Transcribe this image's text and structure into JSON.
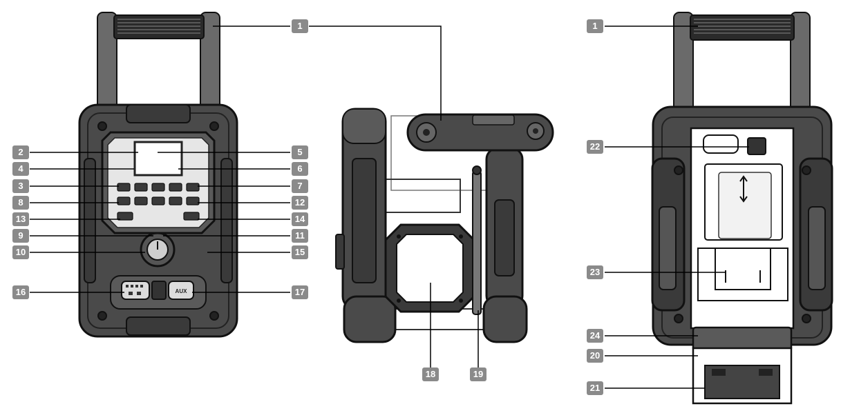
{
  "diagram": {
    "callouts": [
      {
        "id": "c1a",
        "label": "1"
      },
      {
        "id": "c1b",
        "label": "1"
      },
      {
        "id": "c2",
        "label": "2"
      },
      {
        "id": "c3",
        "label": "3"
      },
      {
        "id": "c4",
        "label": "4"
      },
      {
        "id": "c5",
        "label": "5"
      },
      {
        "id": "c6",
        "label": "6"
      },
      {
        "id": "c7",
        "label": "7"
      },
      {
        "id": "c8",
        "label": "8"
      },
      {
        "id": "c9",
        "label": "9"
      },
      {
        "id": "c10",
        "label": "10"
      },
      {
        "id": "c11",
        "label": "11"
      },
      {
        "id": "c12",
        "label": "12"
      },
      {
        "id": "c13",
        "label": "13"
      },
      {
        "id": "c14",
        "label": "14"
      },
      {
        "id": "c15",
        "label": "15"
      },
      {
        "id": "c16",
        "label": "16"
      },
      {
        "id": "c17",
        "label": "17"
      },
      {
        "id": "c18",
        "label": "18"
      },
      {
        "id": "c19",
        "label": "19"
      },
      {
        "id": "c20",
        "label": "20"
      },
      {
        "id": "c21",
        "label": "21"
      },
      {
        "id": "c22",
        "label": "22"
      },
      {
        "id": "c23",
        "label": "23"
      },
      {
        "id": "c24",
        "label": "24"
      }
    ],
    "aux_label": "AUX",
    "colors": {
      "outline": "#1a1a1a",
      "body": "#4a4a4a",
      "dark": "#2e2e2e",
      "light": "#d8d8d8",
      "badge": "#8a8a8a",
      "line": "#000000"
    }
  }
}
